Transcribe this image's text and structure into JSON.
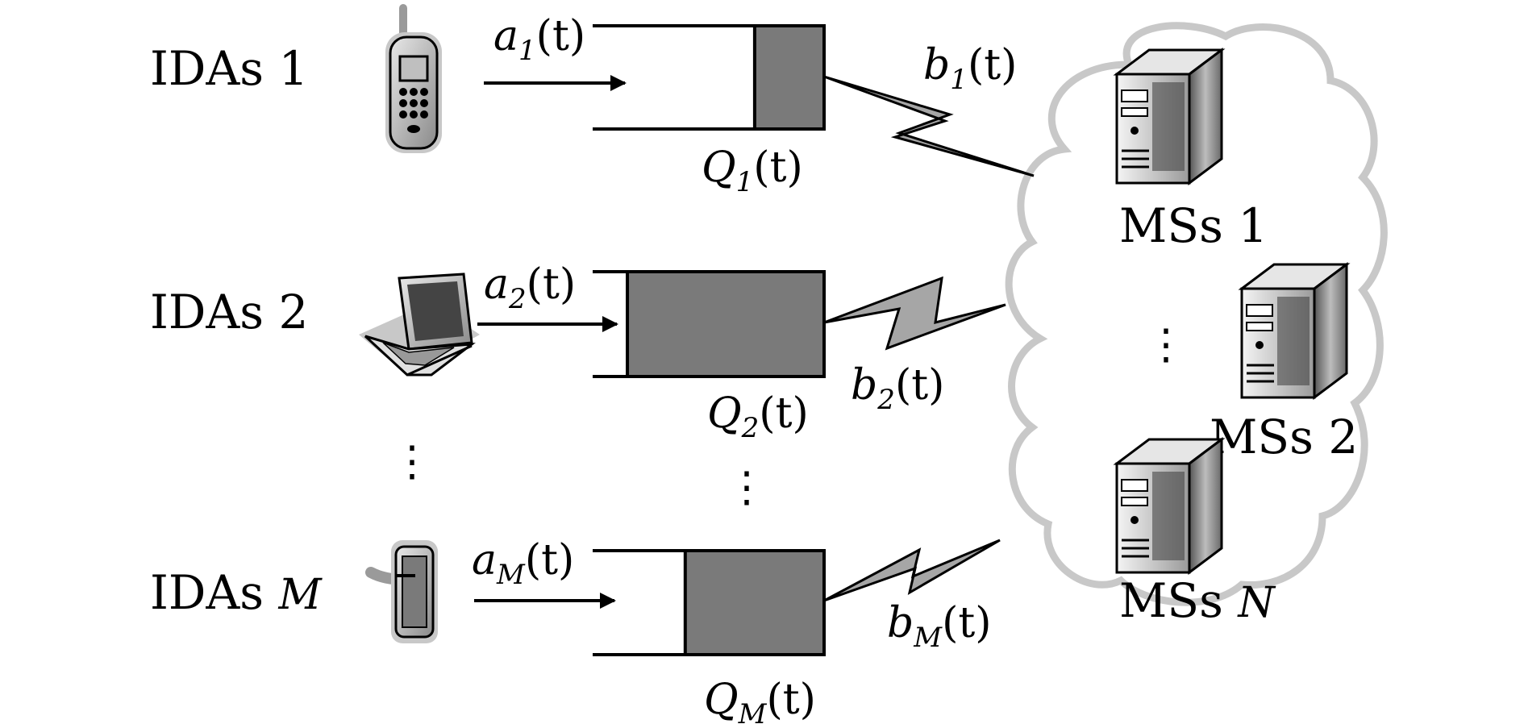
{
  "idas": [
    {
      "label_prefix": "IDAs",
      "label_index": "1",
      "arrival_var": "a",
      "arrival_sub": "1",
      "queue_var": "Q",
      "queue_sub": "1",
      "rate_var": "b",
      "rate_sub": "1",
      "arg": "(t)",
      "device_icon": "cellphone-icon",
      "queue_fill": 0.3
    },
    {
      "label_prefix": "IDAs",
      "label_index": "2",
      "arrival_var": "a",
      "arrival_sub": "2",
      "queue_var": "Q",
      "queue_sub": "2",
      "rate_var": "b",
      "rate_sub": "2",
      "arg": "(t)",
      "device_icon": "laptop-icon",
      "queue_fill": 0.85
    },
    {
      "label_prefix": "IDAs",
      "label_index": "M",
      "arrival_var": "a",
      "arrival_sub": "M",
      "queue_var": "Q",
      "queue_sub": "M",
      "rate_var": "b",
      "rate_sub": "M",
      "arg": "(t)",
      "device_icon": "tablet-icon",
      "queue_fill": 0.6
    }
  ],
  "servers": [
    {
      "label_prefix": "MSs",
      "label_index": "1",
      "icon": "server-icon"
    },
    {
      "label_prefix": "MSs",
      "label_index": "2",
      "icon": "server-icon"
    },
    {
      "label_prefix": "MSs",
      "label_index": "N",
      "icon": "server-icon"
    }
  ],
  "ellipsis": "⋮",
  "colors": {
    "queue_fill": "#7a7a7a",
    "link_fill": "#a6a6a6",
    "cloud_stroke": "#c8c8c8",
    "line": "#000000"
  }
}
